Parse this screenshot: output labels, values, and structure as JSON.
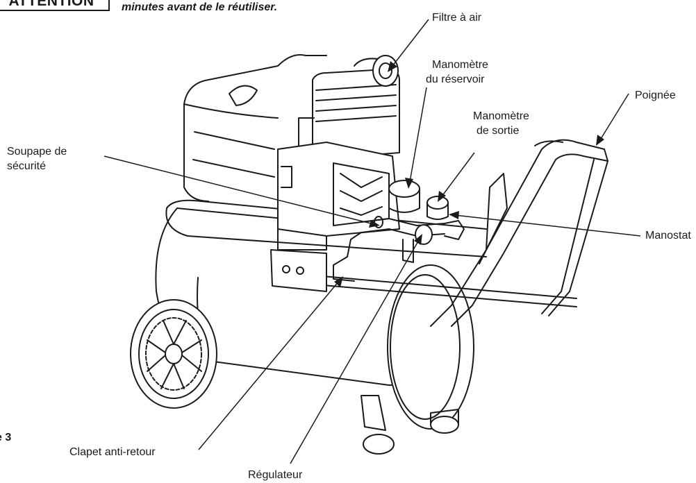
{
  "warning": {
    "badge": "ATTENTION",
    "text": "minutes avant de le réutiliser."
  },
  "figure_number": "e 3",
  "labels": {
    "filtre": "Filtre à air",
    "mano_res_1": "Manomètre",
    "mano_res_2": "du réservoir",
    "poignee": "Poignée",
    "mano_sort_1": "Manomètre",
    "mano_sort_2": "de sortie",
    "soupape_1": "Soupape de",
    "soupape_2": "sécurité",
    "manostat": "Manostat",
    "clapet": "Clapet anti-retour",
    "regulateur": "Régulateur"
  }
}
